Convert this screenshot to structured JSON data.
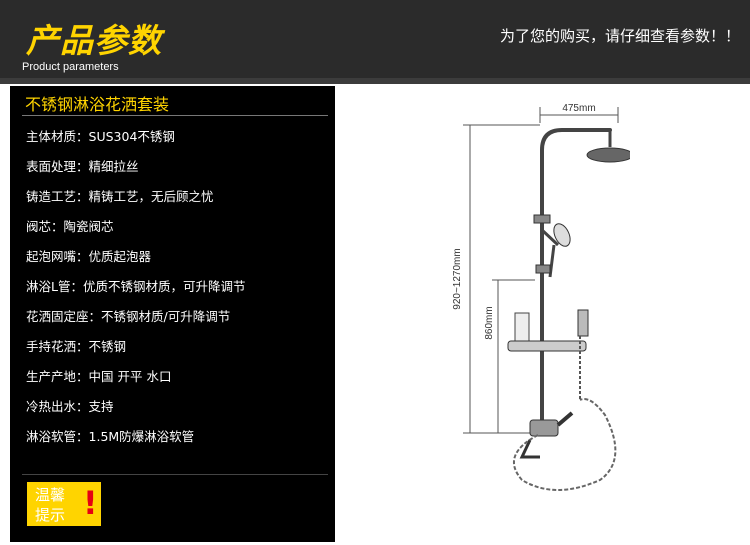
{
  "header": {
    "title": "产品参数",
    "subtitle": "Product parameters",
    "notice": "为了您的购买，请仔细查看参数！！"
  },
  "product": {
    "name": "不锈钢淋浴花洒套装",
    "specs": [
      {
        "label": "主体材质：",
        "value": "SUS304不锈钢"
      },
      {
        "label": "表面处理：",
        "value": "精细拉丝"
      },
      {
        "label": "铸造工艺：",
        "value": "精铸工艺，无后顾之忧"
      },
      {
        "label": "阀芯：",
        "value": "陶瓷阀芯"
      },
      {
        "label": "起泡网嘴：",
        "value": "优质起泡器"
      },
      {
        "label": "淋浴L管：",
        "value": "优质不锈钢材质，可升降调节"
      },
      {
        "label": "花洒固定座：",
        "value": "不锈钢材质/可升降调节"
      },
      {
        "label": "手持花洒：",
        "value": "不锈钢"
      },
      {
        "label": "生产产地：",
        "value": "中国 开平 水口"
      },
      {
        "label": "冷热出水：",
        "value": "支持"
      },
      {
        "label": "淋浴软管：",
        "value": "1.5M防爆淋浴软管"
      }
    ]
  },
  "tips": {
    "line1": "温馨",
    "line2": "提示",
    "mark": "!"
  },
  "diagram": {
    "width_label": "475mm",
    "height_label": "920~1270mm",
    "bar_height_label": "860mm"
  },
  "colors": {
    "accent_yellow": "#ffd400",
    "header_bg": "#2b2b2b",
    "panel_bg": "#000000",
    "alert_red": "#e60012"
  }
}
